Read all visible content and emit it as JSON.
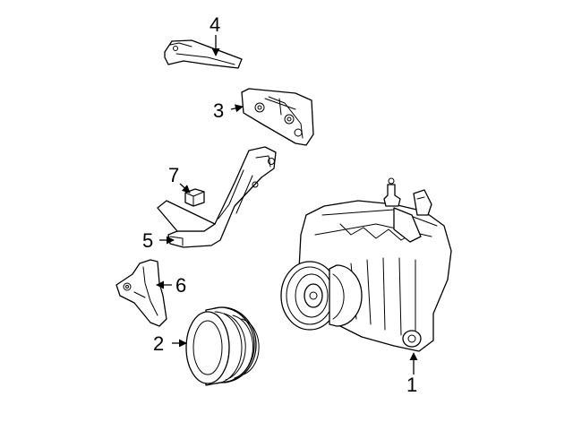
{
  "callouts": {
    "c1": "1",
    "c2": "2",
    "c3": "3",
    "c4": "4",
    "c5": "5",
    "c6": "6",
    "c7": "7"
  },
  "parts": {
    "c1": "alternator-assembly",
    "c2": "pulley",
    "c3": "upper-mounting-bracket",
    "c4": "adjusting-bar",
    "c5": "lower-brace",
    "c6": "small-bracket",
    "c7": "nut-clip"
  },
  "colors": {
    "line": "#000000",
    "background": "#ffffff"
  }
}
